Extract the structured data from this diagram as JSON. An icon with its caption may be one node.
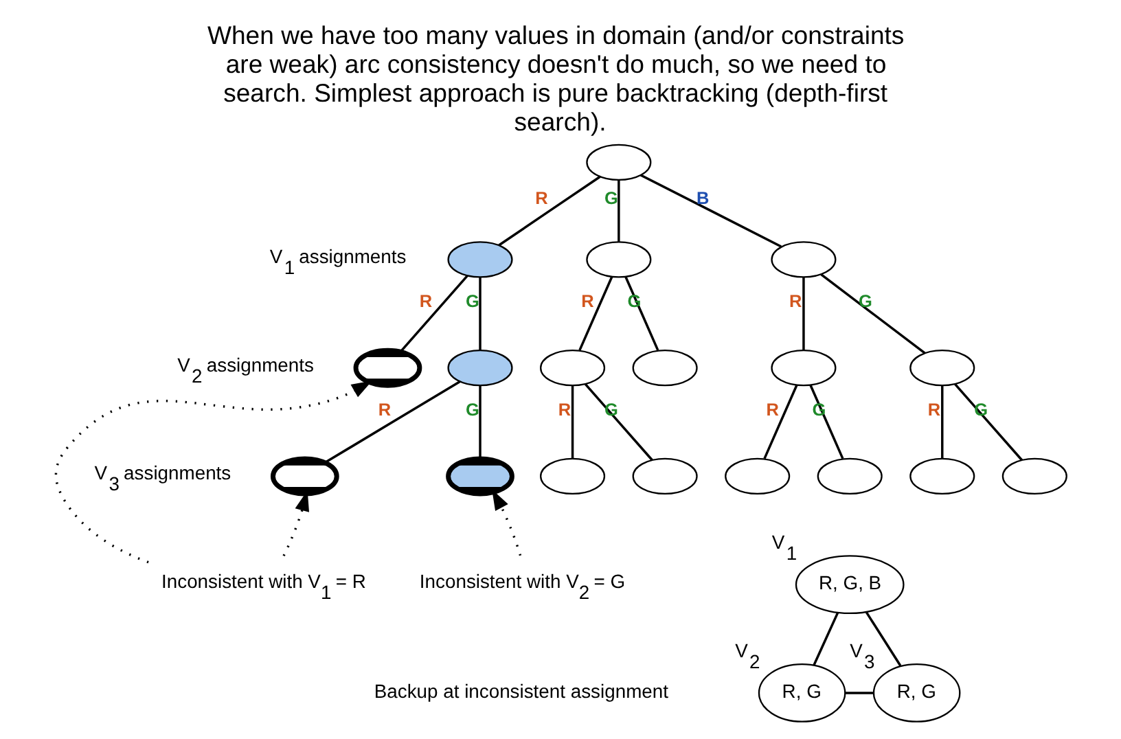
{
  "diagram": {
    "title": "When we have too many values in domain (and/or constraints are weak) arc consistency doesn't do much, so we need to search. Simplest approach is pure backtracking (depth-first search).",
    "nodes": [
      {
        "text": [],
        "shape": "ellipse"
      },
      {
        "text": [],
        "shape": "ellipse"
      },
      {
        "text": [],
        "shape": "ellipse"
      },
      {
        "text": [],
        "shape": "ellipse"
      },
      {
        "text": [],
        "shape": "ellipse"
      },
      {
        "text": [],
        "shape": "ellipse"
      },
      {
        "text": [],
        "shape": "ellipse"
      },
      {
        "text": [],
        "shape": "ellipse"
      },
      {
        "text": [],
        "shape": "ellipse"
      },
      {
        "text": [],
        "shape": "ellipse"
      },
      {
        "text": [],
        "shape": "ellipse"
      },
      {
        "text": [],
        "shape": "ellipse"
      },
      {
        "text": [],
        "shape": "ellipse"
      },
      {
        "text": [],
        "shape": "ellipse"
      },
      {
        "text": [],
        "shape": "ellipse"
      },
      {
        "text": [],
        "shape": "ellipse"
      },
      {
        "text": [],
        "shape": "ellipse"
      },
      {
        "text": [],
        "shape": "ellipse"
      },
      {
        "text": [
          "Inconsistent with V$_{1}$ = R"
        ]
      },
      {
        "text": [
          "Inconsistent with V$_{2}$ = G"
        ]
      },
      {
        "text": [
          "R, G, B"
        ],
        "beside": [
          "V$_{1}$"
        ]
      },
      {
        "text": [
          "R, G"
        ],
        "beside": [
          "V$_{2}$"
        ]
      },
      {
        "text": [
          "R, G"
        ],
        "beside": [
          "V$_{3}$"
        ]
      }
    ],
    "edges": [
      {
        "from": 0,
        "to": 1,
        "arrow": "none",
        "label": "R"
      },
      {
        "from": 0,
        "to": 2,
        "arrow": "none",
        "label": "G"
      },
      {
        "from": 0,
        "to": 3,
        "arrow": "none",
        "label": "B"
      },
      {
        "from": 1,
        "to": 4,
        "arrow": "none",
        "label": "R"
      },
      {
        "from": 1,
        "to": 5,
        "arrow": "none",
        "label": "G"
      },
      {
        "from": 5,
        "to": 6,
        "arrow": "none",
        "label": "R"
      },
      {
        "from": 5,
        "to": 7,
        "arrow": "none",
        "label": "G"
      },
      {
        "from": 2,
        "to": 8,
        "arrow": "none",
        "label": "R"
      },
      {
        "from": 2,
        "to": 9,
        "arrow": "none",
        "label": "G"
      },
      {
        "from": 8,
        "to": 10,
        "arrow": "none",
        "label": "R"
      },
      {
        "from": 8,
        "to": 11,
        "arrow": "none",
        "label": "G"
      },
      {
        "from": 3,
        "to": 12,
        "arrow": "none",
        "label": "R"
      },
      {
        "from": 3,
        "to": 13,
        "arrow": "none",
        "label": "G"
      },
      {
        "from": 12,
        "to": 14,
        "arrow": "none",
        "label": "R"
      },
      {
        "from": 12,
        "to": 15,
        "arrow": "none",
        "label": "G"
      },
      {
        "from": 13,
        "to": 16,
        "arrow": "none",
        "label": "R"
      },
      {
        "from": 13,
        "to": 17,
        "arrow": "none",
        "label": "G"
      },
      {
        "from": 18,
        "to": 4,
        "arrow": "to",
        "style": "dashed"
      },
      {
        "from": 18,
        "to": 6,
        "arrow": "to",
        "style": "dashed"
      },
      {
        "from": 19,
        "to": 7,
        "arrow": "to",
        "style": "dashed"
      },
      {
        "from": 20,
        "to": 21,
        "arrow": "none"
      },
      {
        "from": 20,
        "to": 22,
        "arrow": "none"
      },
      {
        "from": 21,
        "to": 22,
        "arrow": "none"
      }
    ],
    "labels": [
      "V$_{1}$ assignments",
      "V$_{2}$ assignments",
      "V$_{3}$ assignments",
      "Backup at inconsistent assignment"
    ]
  }
}
